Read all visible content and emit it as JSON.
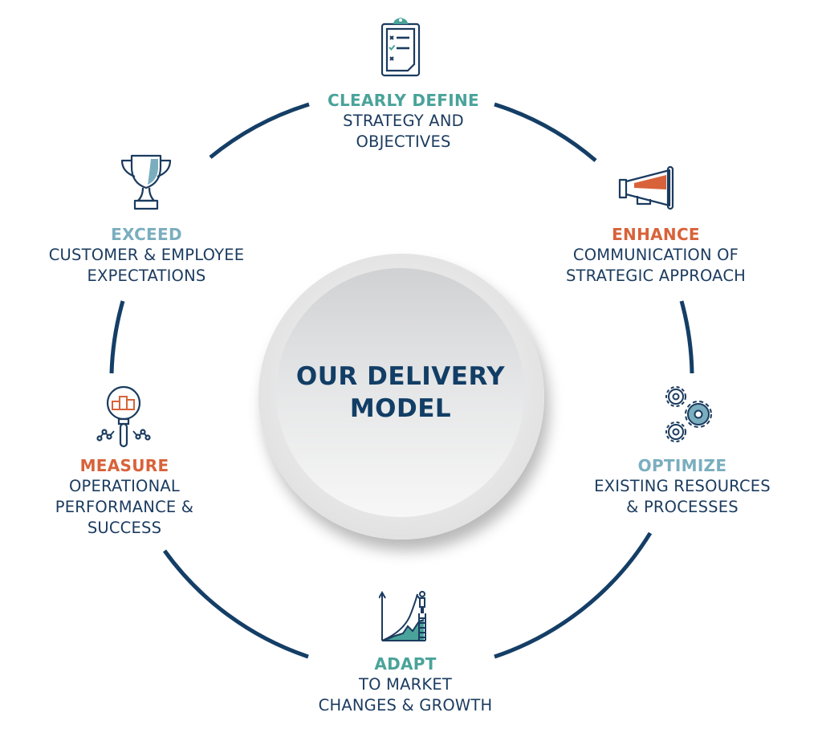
{
  "title": "OUR DELIVERY MODEL",
  "center": {
    "line1": "OUR DELIVERY",
    "line2": "MODEL"
  },
  "colors": {
    "navy": "#1b3b5f",
    "teal": "#4aa39a",
    "orange": "#d8623a",
    "light_blue": "#7aaebf",
    "arc": "#143e66"
  },
  "steps": [
    {
      "icon": "clipboard-checklist-icon",
      "head": "CLEARLY DEFINE",
      "lines": [
        "STRATEGY AND",
        "OBJECTIVES"
      ],
      "color": "#4aa39a"
    },
    {
      "icon": "megaphone-icon",
      "head": "ENHANCE",
      "lines": [
        "COMMUNICATION OF",
        "STRATEGIC APPROACH"
      ],
      "color": "#d8623a"
    },
    {
      "icon": "gears-icon",
      "head": "OPTIMIZE",
      "lines": [
        "EXISTING RESOURCES",
        "& PROCESSES"
      ],
      "color": "#7aaebf"
    },
    {
      "icon": "growth-chart-icon",
      "head": "ADAPT",
      "lines": [
        "TO MARKET",
        "CHANGES & GROWTH"
      ],
      "color": "#4aa39a"
    },
    {
      "icon": "magnifier-chart-icon",
      "head": "MEASURE",
      "lines": [
        "OPERATIONAL",
        "PERFORMANCE &",
        "SUCCESS"
      ],
      "color": "#d8623a"
    },
    {
      "icon": "trophy-icon",
      "head": "EXCEED",
      "lines": [
        "CUSTOMER & EMPLOYEE",
        "EXPECTATIONS"
      ],
      "color": "#7aaebf"
    }
  ]
}
